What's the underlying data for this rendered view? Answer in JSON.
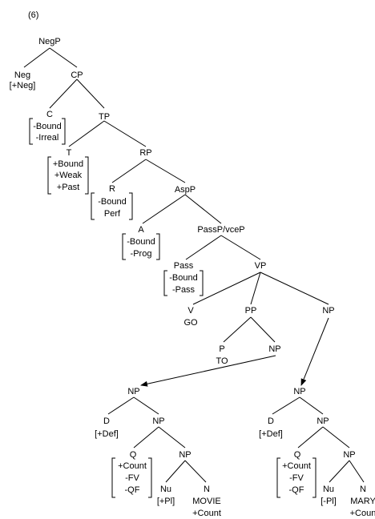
{
  "example_number": "(6)",
  "nodes": {
    "negp": "NegP",
    "neg": "Neg",
    "neg_feat": "[+Neg]",
    "cp": "CP",
    "c": "C",
    "c_feat_1": "-Bound",
    "c_feat_2": "-Irreal",
    "tp": "TP",
    "t": "T",
    "t_feat_1": "+Bound",
    "t_feat_2": "+Weak",
    "t_feat_3": "+Past",
    "rp": "RP",
    "r": "R",
    "r_feat_1": "-Bound",
    "r_feat_2": "Perf",
    "aspp": "AspP",
    "a": "A",
    "a_feat_1": "-Bound",
    "a_feat_2": "-Prog",
    "passp": "PassP/vceP",
    "pass": "Pass",
    "pass_feat_1": "-Bound",
    "pass_feat_2": "-Pass",
    "vp": "VP",
    "v": "V",
    "v_word": "GO",
    "pp": "PP",
    "p": "P",
    "p_word": "TO",
    "pp_np": "NP",
    "vp_np": "NP",
    "left_np": "NP",
    "left_d": "D",
    "left_d_feat": "[+Def]",
    "left_np2": "NP",
    "left_q": "Q",
    "left_q_feat_1": "+Count",
    "left_q_feat_2": "-FV",
    "left_q_feat_3": "-QF",
    "left_np3": "NP",
    "left_nu": "Nu",
    "left_nu_feat": "[+Pl]",
    "left_n": "N",
    "left_n_word": "MOVIE",
    "left_n_feat": "+Count",
    "right_np": "NP",
    "right_d": "D",
    "right_d_feat": "[+Def]",
    "right_np2": "NP",
    "right_q": "Q",
    "right_q_feat_1": "+Count",
    "right_q_feat_2": "-FV",
    "right_q_feat_3": "-QF",
    "right_np3": "NP",
    "right_nu": "Nu",
    "right_nu_feat": "[-Pl]",
    "right_n": "N",
    "right_n_word": "MARY",
    "right_n_feat": "+Coun"
  },
  "colors": {
    "ink": "#000000",
    "background": "#ffffff"
  }
}
